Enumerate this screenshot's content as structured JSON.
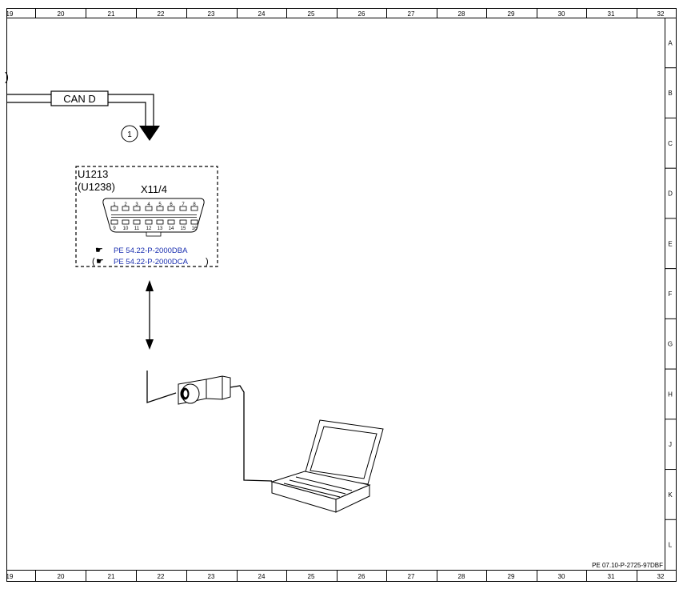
{
  "grid": {
    "columns": [
      "19",
      "20",
      "21",
      "22",
      "23",
      "24",
      "25",
      "26",
      "27",
      "28",
      "29",
      "30",
      "31",
      "32"
    ],
    "rows": [
      "A",
      "B",
      "C",
      "D",
      "E",
      "F",
      "G",
      "H",
      "J",
      "K",
      "L"
    ]
  },
  "diagram": {
    "partial_paren": ")",
    "can_label": "CAN D",
    "ref_marker": "1",
    "component": {
      "id": "U1213",
      "alt_id": "(U1238)",
      "connector": "X11/4",
      "pins_top": [
        "1",
        "2",
        "3",
        "4",
        "5",
        "6",
        "7",
        "8"
      ],
      "pins_bottom": [
        "9",
        "10",
        "11",
        "12",
        "13",
        "14",
        "15",
        "16"
      ],
      "ref1": "PE 54.22-P-2000DBA",
      "ref2_open": "(",
      "ref2": "PE 54.22-P-2000DCA",
      "ref2_close": ")"
    },
    "doc_number": "PE 07.10-P-2725-97DBF"
  },
  "icons": {
    "reference": "hand-pointing-icon",
    "tester": "diagnostic-adapter-icon",
    "laptop": "laptop-icon"
  }
}
